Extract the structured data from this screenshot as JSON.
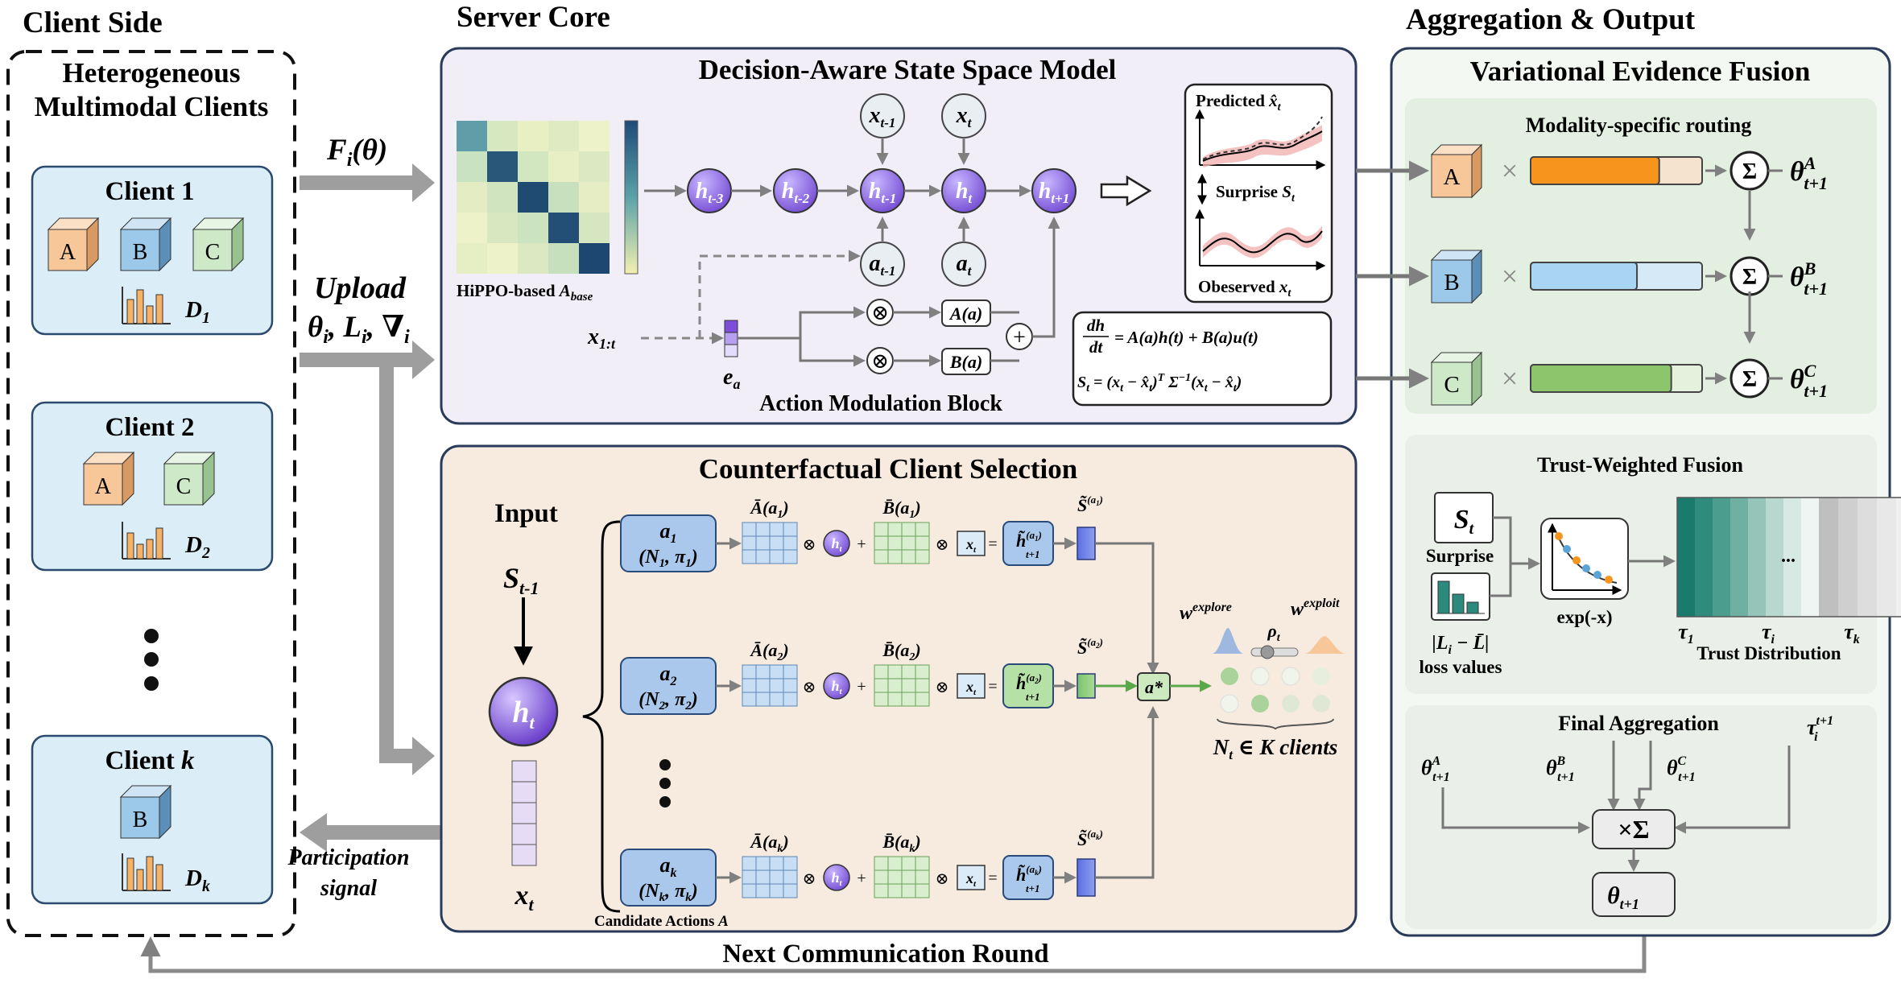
{
  "sections": {
    "client_side": "Client Side",
    "server_core": "Server Core",
    "aggregation": "Aggregation & Output"
  },
  "clients_panel": {
    "title_line1": "Heterogeneous",
    "title_line2": "Multimodal Clients",
    "client1": "Client 1",
    "client2": "Client 2",
    "clientk_prefix": "Client ",
    "clientk_var": "k",
    "d1": "D",
    "d1_sub": "1",
    "d2": "D",
    "d2_sub": "2",
    "dk": "D",
    "dk_sub": "k"
  },
  "modalities": {
    "a": "A",
    "b": "B",
    "c": "C"
  },
  "arrows": {
    "f_theta": "F",
    "f_theta_sub": "i",
    "f_theta_rest": "(θ)",
    "upload": "Upload",
    "upload_vars": "θ",
    "upload_vars_sub": "i",
    "upload_vars_rest": ", L",
    "upload_vars_sub2": "i",
    "upload_vars_rest2": ", ∇",
    "upload_vars_sub3": "i",
    "participation_line1": "Participation",
    "participation_line2": "signal",
    "next_round": "Next Communication Round"
  },
  "ssm": {
    "title": "Decision-Aware State Space Model",
    "hippo_label": "HiPPO-based ",
    "hippo_var": "A",
    "hippo_sub": "base",
    "h_nodes": [
      "h",
      "h",
      "h",
      "h",
      "h"
    ],
    "h_subs": [
      "t-3",
      "t-2",
      "t-1",
      "t",
      "t+1"
    ],
    "x_nodes": [
      "x",
      "x"
    ],
    "x_subs": [
      "t-1",
      "t"
    ],
    "a_nodes": [
      "a",
      "a"
    ],
    "a_subs": [
      "t-1",
      "t"
    ],
    "x_input": "x",
    "x_input_sub": "1:t",
    "e_a": "e",
    "e_a_sub": "a",
    "a_of_a": "A(a)",
    "b_of_a": "B(a)",
    "otimes": "⊗",
    "oplus": "+",
    "block_label": "Action Modulation Block",
    "predicted": "Predicted ",
    "predicted_var": "x̂",
    "predicted_sub": "t",
    "surprise": "Surprise ",
    "surprise_var": "S",
    "surprise_sub": "t",
    "observed": "Obeserved ",
    "observed_var": "x",
    "observed_sub": "t",
    "eq1_lhs_num": "dh",
    "eq1_lhs_den": "dt",
    "eq1_rhs": "= A(a)h(t) + B(a)u(t)",
    "eq2": "S",
    "eq2_sub": "t",
    "eq2_rest": " = (x",
    "eq2_rest_sub": "t",
    "eq2_rest2": " − x̂",
    "eq2_rest2_sub": "t",
    "eq2_rest3": ")",
    "eq2_sup": "T",
    "eq2_rest4": " Σ",
    "eq2_sup2": "−1",
    "eq2_rest5": "(x",
    "eq2_rest5_sub": "t",
    "eq2_rest6": " − x̂",
    "eq2_rest6_sub": "t",
    "eq2_rest7": ")"
  },
  "ccs": {
    "title": "Counterfactual Client Selection",
    "input": "Input",
    "s_prev": "S",
    "s_prev_sub": "t-1",
    "h_t": "h",
    "h_t_sub": "t",
    "x_t": "x",
    "x_t_sub": "t",
    "rows": [
      {
        "a": "a",
        "a_sub": "1",
        "pair": "(N",
        "pair_sub1": "1",
        "pair_mid": ", π",
        "pair_sub2": "1",
        "pair_end": ")",
        "abar": "Ā(a",
        "abar_sub": "1",
        "bbar": "B̄(a",
        "bbar_sub": "1",
        "htilde": "h̃",
        "htilde_sub": "t+1",
        "htilde_sup": "(a",
        "htilde_sup_sub": "1",
        "stilde": "S̃",
        "stilde_sup": "(a",
        "stilde_sup_sub": "1"
      },
      {
        "a": "a",
        "a_sub": "2",
        "pair": "(N",
        "pair_sub1": "2",
        "pair_mid": ", π",
        "pair_sub2": "2",
        "pair_end": ")",
        "abar": "Ā(a",
        "abar_sub": "2",
        "bbar": "B̄(a",
        "bbar_sub": "2",
        "htilde": "h̃",
        "htilde_sub": "t+1",
        "htilde_sup": "(a",
        "htilde_sup_sub": "2",
        "stilde": "S̃",
        "stilde_sup": "(a",
        "stilde_sup_sub": "2"
      },
      {
        "a": "a",
        "a_sub": "k",
        "pair": "(N",
        "pair_sub1": "k",
        "pair_mid": ", π",
        "pair_sub2": "k",
        "pair_end": ")",
        "abar": "Ā(a",
        "abar_sub": "k",
        "bbar": "B̄(a",
        "bbar_sub": "k",
        "htilde": "h̃",
        "htilde_sub": "t+1",
        "htilde_sup": "(a",
        "htilde_sup_sub": "k",
        "stilde": "S̃",
        "stilde_sup": "(a",
        "stilde_sup_sub": "k"
      }
    ],
    "candidate": "Candidate Actions ",
    "candidate_var": "A",
    "a_star": "a*",
    "w_explore": "w",
    "w_explore_sup": "explore",
    "w_exploit": "w",
    "w_exploit_sup": "exploit",
    "rho": "ρ",
    "rho_sub": "t",
    "n_t": "N",
    "n_t_sub": "t",
    "n_t_rest": " ∈ K clients"
  },
  "vef": {
    "title": "Variational Evidence Fusion",
    "routing": "Modality-specific routing",
    "theta": "θ",
    "theta_sub": "t+1",
    "theta_sups": [
      "A",
      "B",
      "C"
    ],
    "sigma": "Σ",
    "times": "×",
    "routing_fill": [
      0.75,
      0.62,
      0.82
    ],
    "trust_title": "Trust-Weighted Fusion",
    "s_t": "S",
    "s_t_sub": "t",
    "surprise": "Surprise",
    "loss_expr": "|L",
    "loss_expr_sub": "i",
    "loss_expr_rest": " − L̄|",
    "loss_values": "loss values",
    "exp": "exp(-x)",
    "dots": "...",
    "tau": "τ",
    "tau_subs": [
      "1",
      "i",
      "k"
    ],
    "trust_dist": "Trust Distribution",
    "final_title": "Final Aggregation",
    "tau_next": "τ",
    "tau_next_sub": "i",
    "tau_next_sup": "t+1",
    "times_sigma": "×Σ",
    "theta_out": "θ",
    "theta_out_sub": "t+1"
  },
  "colors": {
    "cube_a": "#f7c79a",
    "cube_b": "#9cc9ea",
    "cube_c": "#cde9c8",
    "node_purple": "#9b7ee8",
    "bar_orange": "#f7941d",
    "bar_blue": "#a9d4f2",
    "bar_green": "#8cc56b",
    "teal": "#1a7a6c"
  }
}
